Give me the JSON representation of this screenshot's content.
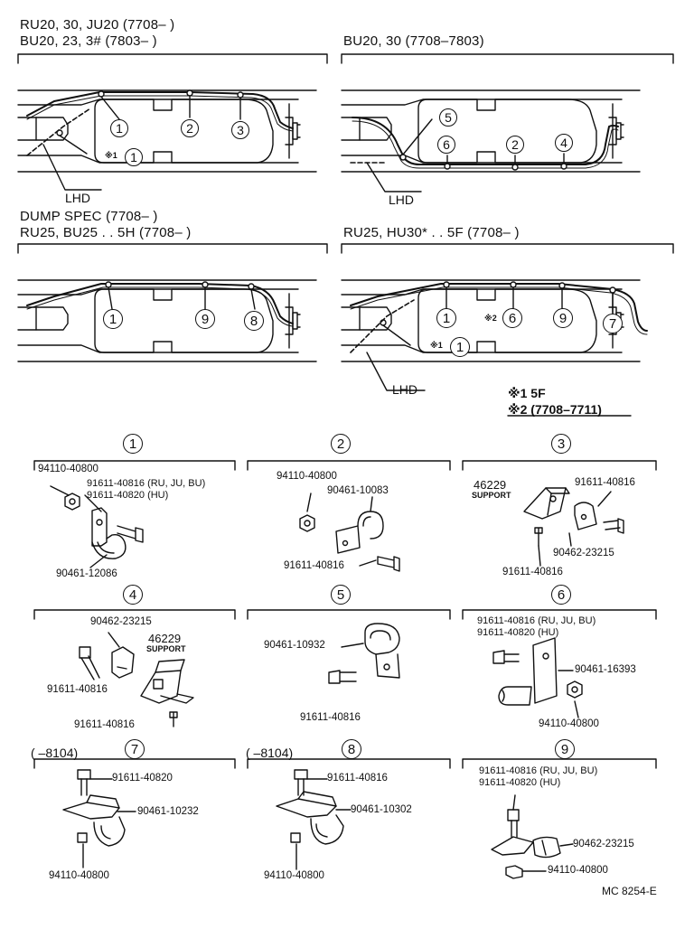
{
  "headers": {
    "p1a": "RU20, 30, JU20 (7708–        )",
    "p1b": "BU20, 23, 3# (7803–        )",
    "p2": "BU20, 30 (7708–7803)",
    "p3a": "DUMP SPEC (7708–        )",
    "p3b": "RU25, BU25 . . 5H (7708–        )",
    "p4": "RU25, HU30* . . 5F (7708–          )"
  },
  "callouts": {
    "c1": "1",
    "c2": "2",
    "c3": "3",
    "c4": "4",
    "c5": "5",
    "c6": "6",
    "c7": "7",
    "c8": "8",
    "c9": "9"
  },
  "marks": {
    "star1": "※1",
    "star2": "※2",
    "lhd": "LHD"
  },
  "notes": {
    "n1": "※1 5F",
    "n2": "※2 (7708–7711)"
  },
  "parts": {
    "g1": {
      "nut": "94110-40800",
      "bolt_a": "91611-40816 (RU, JU, BU)",
      "bolt_b": "91611-40820 (HU)",
      "clamp": "90461-12086"
    },
    "g2": {
      "nut": "94110-40800",
      "clamp": "90461-10083",
      "bolt": "91611-40816"
    },
    "g3": {
      "support_no": "46229",
      "support": "SUPPORT",
      "bolt_top": "91611-40816",
      "clamp": "90462-23215",
      "bolt_bottom": "91611-40816"
    },
    "g4": {
      "clamp": "90462-23215",
      "support_no": "46229",
      "support": "SUPPORT",
      "bolt_left": "91611-40816",
      "bolt_bottom": "91611-40816"
    },
    "g5": {
      "clamp": "90461-10932",
      "bolt": "91611-40816"
    },
    "g6": {
      "bolt_a": "91611-40816 (RU, JU, BU)",
      "bolt_b": "91611-40820 (HU)",
      "clamp": "90461-16393",
      "nut": "94110-40800"
    },
    "g7": {
      "range": "(       –8104)",
      "bolt": "91611-40820",
      "clamp": "90461-10232",
      "nut": "94110-40800"
    },
    "g8": {
      "range": "(       –8104)",
      "bolt": "91611-40816",
      "clamp": "90461-10302",
      "nut": "94110-40800"
    },
    "g9": {
      "bolt_a": "91611-40816 (RU, JU, BU)",
      "bolt_b": "91611-40820 (HU)",
      "clamp": "90462-23215",
      "nut": "94110-40800"
    }
  },
  "footer": "MC 8254-E"
}
